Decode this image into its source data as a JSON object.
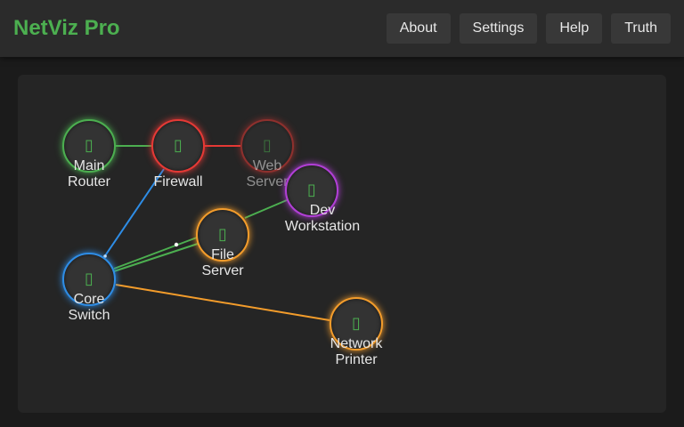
{
  "app": {
    "title": "NetViz Pro"
  },
  "nav": {
    "items": [
      {
        "label": "About"
      },
      {
        "label": "Settings"
      },
      {
        "label": "Help"
      },
      {
        "label": "Truth"
      }
    ]
  },
  "colors": {
    "accent": "#4caf50",
    "link_green": "#4caf50",
    "link_red": "#e53935",
    "link_blue": "#2e8de6",
    "link_orange": "#f39c2b"
  },
  "network": {
    "nodes": [
      {
        "id": "main-router",
        "label_1": "Main",
        "label_2": "Router",
        "icon": "router-icon",
        "glyph": "▯",
        "ring": "#4caf50"
      },
      {
        "id": "firewall",
        "label_1": "Firewall",
        "label_2": "",
        "icon": "firewall-icon",
        "glyph": "▯",
        "ring": "#e53935"
      },
      {
        "id": "web-server",
        "label_1": "Web",
        "label_2": "Server",
        "icon": "server-icon",
        "glyph": "▯",
        "ring": "#e53935"
      },
      {
        "id": "dev-workstation",
        "label_1": "Dev",
        "label_2": "Workstation",
        "icon": "workstation-icon",
        "glyph": "▯",
        "ring": "#b13fd6"
      },
      {
        "id": "file-server",
        "label_1": "File",
        "label_2": "Server",
        "icon": "file-server-icon",
        "glyph": "▯",
        "ring": "#f39c2b"
      },
      {
        "id": "core-switch",
        "label_1": "Core",
        "label_2": "Switch",
        "icon": "switch-icon",
        "glyph": "▯",
        "ring": "#2e8de6"
      },
      {
        "id": "network-printer",
        "label_1": "Network",
        "label_2": "Printer",
        "icon": "printer-icon",
        "glyph": "▯",
        "ring": "#f39c2b"
      }
    ],
    "links": [
      {
        "from": "main-router",
        "to": "firewall",
        "color": "#4caf50"
      },
      {
        "from": "firewall",
        "to": "web-server",
        "color": "#e53935"
      },
      {
        "from": "firewall",
        "to": "core-switch",
        "color": "#2e8de6"
      },
      {
        "from": "core-switch",
        "to": "file-server",
        "color": "#4caf50"
      },
      {
        "from": "core-switch",
        "to": "file-server",
        "color": "#4caf50"
      },
      {
        "from": "file-server",
        "to": "dev-workstation",
        "color": "#4caf50"
      },
      {
        "from": "core-switch",
        "to": "network-printer",
        "color": "#f39c2b"
      }
    ]
  }
}
